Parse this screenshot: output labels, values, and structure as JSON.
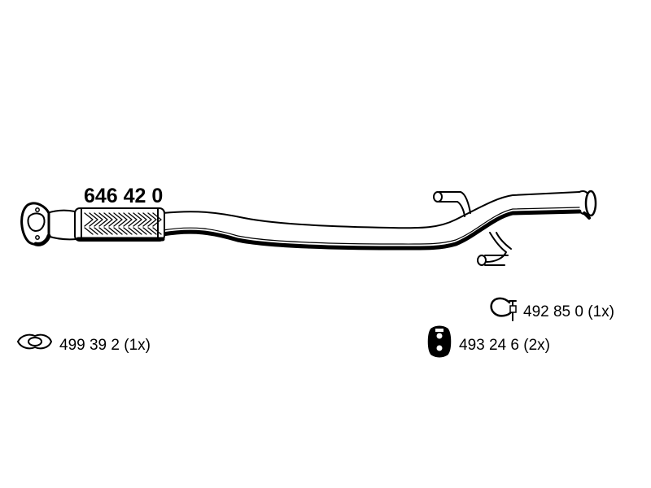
{
  "main_part": {
    "number": "646 42 0"
  },
  "parts": [
    {
      "icon": "flange-gasket-icon",
      "label": "499 39 2 (1x)"
    },
    {
      "icon": "pipe-clamp-icon",
      "label": "492 85 0 (1x)"
    },
    {
      "icon": "rubber-hanger-icon",
      "label": "493 24 6 (2x)"
    }
  ],
  "colors": {
    "line": "#000000",
    "background": "#ffffff"
  }
}
